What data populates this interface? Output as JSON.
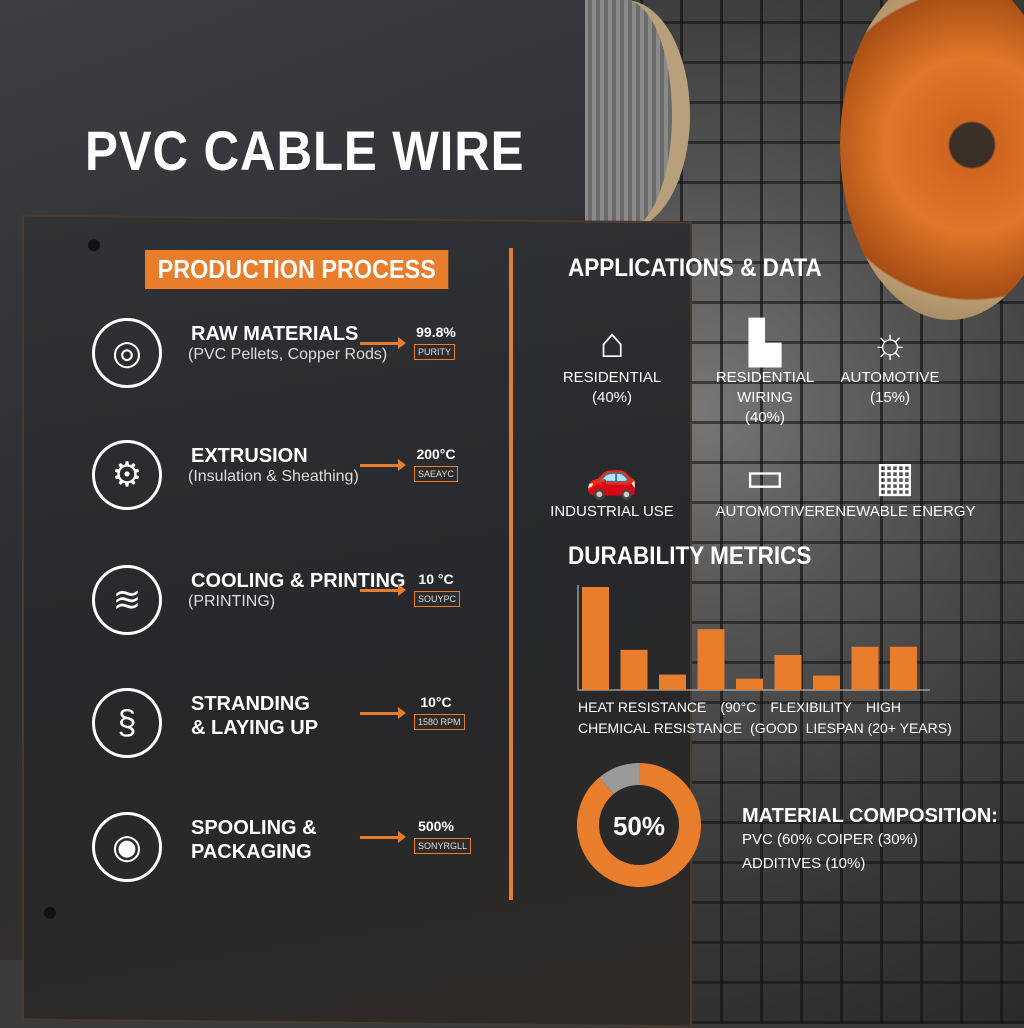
{
  "title": "PVC CABLE WIRE",
  "production": {
    "heading": "PRODUCTION PROCESS",
    "steps": [
      {
        "name": "RAW MATERIALS",
        "sub": "(PVC Pellets, Copper Rods)",
        "value": "99.8%",
        "tag": "PURITY",
        "icon": "coil-icon"
      },
      {
        "name": "EXTRUSION",
        "sub": "(Insulation & Sheathing)",
        "value": "200°C",
        "tag": "SAEAYC",
        "icon": "extruder-icon"
      },
      {
        "name": "COOLING & PRINTING",
        "sub": "(PRINTING)",
        "value": "10 °C",
        "tag": "SOUYPC",
        "icon": "water-cooling-icon"
      },
      {
        "name": "STRANDING",
        "name2": "& LAYING UP",
        "value": "10°C",
        "tag": "1580 RPM",
        "icon": "twisted-strands-icon"
      },
      {
        "name": "SPOOLING &",
        "name2": "PACKAGING",
        "value": "500%",
        "tag": "SONYRGLL",
        "icon": "spool-icon"
      }
    ]
  },
  "applications": {
    "heading": "APPLICATIONS & DATA",
    "items": [
      {
        "label": "RESIDENTIAL",
        "pct": "(40%)",
        "icon": "house-lightning-icon"
      },
      {
        "label": "RESIDENTIAL WIRING",
        "pct": "(40%)",
        "icon": "factory-icon"
      },
      {
        "label": "AUTOMOTIVE",
        "pct": "(15%)",
        "icon": "sensor-icon"
      },
      {
        "label": "INDUSTRIAL USE",
        "icon": "car-icon"
      },
      {
        "label": "AUTOMOTIVE",
        "icon": "battery-icon"
      },
      {
        "label": "RENEWABLE ENERGY",
        "icon": "solar-panel-icon"
      }
    ]
  },
  "durability": {
    "heading": "DURABILITY METRICS"
  },
  "chart_data": [
    {
      "type": "bar",
      "values": [
        100,
        39,
        15,
        59,
        11,
        34,
        14,
        42,
        42
      ],
      "label_lines": [
        [
          "HEAT RESISTANCE",
          "(90°C",
          "FLEXIBILITY",
          "HIGH"
        ],
        [
          "CHEMICAL RESISTANCE",
          "(GOOD",
          "LIESPAN (20+ YEARS)"
        ]
      ],
      "color": "#e87d2c"
    },
    {
      "type": "pie",
      "center_label": "50%",
      "slices": [
        {
          "value": 89,
          "color": "#e87d2c"
        },
        {
          "value": 11,
          "color": "#9a9a9a"
        }
      ]
    }
  ],
  "composition": {
    "heading": "MATERIAL COMPOSITION:",
    "line1": "PVC (60% COIPER (30%)",
    "line2": "ADDITIVES (10%)"
  },
  "colors": {
    "accent": "#e87d2c"
  }
}
